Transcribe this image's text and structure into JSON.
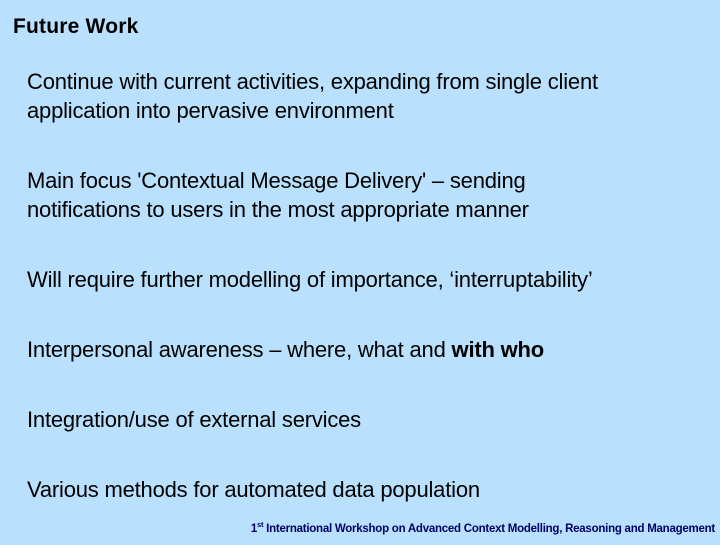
{
  "slide": {
    "title": "Future Work",
    "colors": {
      "background": "#b9e0fc",
      "body_text": "#000000",
      "footer_text": "#000066"
    },
    "paragraphs": [
      {
        "lines": [
          "Continue with current activities, expanding from single client",
          "application into pervasive environment"
        ]
      },
      {
        "lines": [
          "Main focus 'Contextual Message Delivery' – sending",
          "notifications to users in the most appropriate manner"
        ]
      },
      {
        "lines": [
          "Will require further modelling of importance, ‘interruptability’"
        ]
      },
      {
        "line_start": "Interpersonal awareness – where, what and ",
        "bold": "with who"
      },
      {
        "lines": [
          "Integration/use of external services"
        ]
      },
      {
        "lines": [
          "Various methods for automated data population"
        ]
      }
    ],
    "footer": {
      "number": "1",
      "ordinal_suffix": "st",
      "text": " International Workshop on Advanced Context Modelling, Reasoning and Management"
    }
  }
}
